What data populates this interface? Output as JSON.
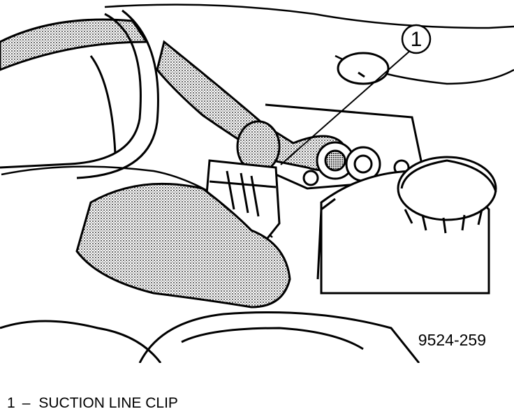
{
  "callout": {
    "number": "1"
  },
  "figure_id": "9524-259",
  "legend": [
    {
      "number": "1",
      "separator": "–",
      "label": "SUCTION LINE CLIP"
    }
  ]
}
